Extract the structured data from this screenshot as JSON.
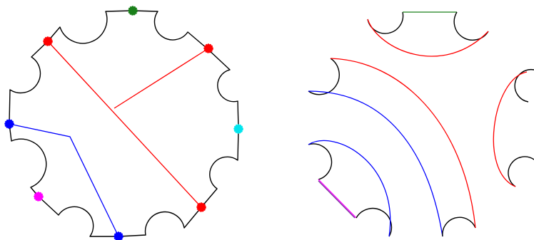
{
  "figure": {
    "left_panel": {
      "name": "polygon-with-scalloped-boundary",
      "markers": [
        {
          "id": "top",
          "color": "#1a7f1a"
        },
        {
          "id": "upper-left",
          "color": "#ff0000"
        },
        {
          "id": "upper-right",
          "color": "#ff0000"
        },
        {
          "id": "right",
          "color": "#00e5ee"
        },
        {
          "id": "left",
          "color": "#0000ff"
        },
        {
          "id": "lower-left",
          "color": "#ff00ff"
        },
        {
          "id": "bottom",
          "color": "#0000ff"
        },
        {
          "id": "lower-right",
          "color": "#ff0000"
        }
      ],
      "edges": [
        {
          "id": "red-diagonal",
          "color": "#ff0000"
        },
        {
          "id": "red-branch",
          "color": "#ff0000"
        },
        {
          "id": "blue-path",
          "color": "#0000ff"
        }
      ]
    },
    "right_panel": {
      "name": "cut-pieces",
      "pieces": [
        {
          "id": "top-piece",
          "edge_colors": [
            "#1a7f1a",
            "#ff0000"
          ]
        },
        {
          "id": "middle-strip",
          "edge_colors": [
            "#0000ff",
            "#ff0000"
          ]
        },
        {
          "id": "lower-left-piece",
          "edge_colors": [
            "#0000ff",
            "#ff00ff"
          ]
        },
        {
          "id": "right-piece",
          "edge_colors": [
            "#ff0000"
          ]
        }
      ]
    }
  }
}
